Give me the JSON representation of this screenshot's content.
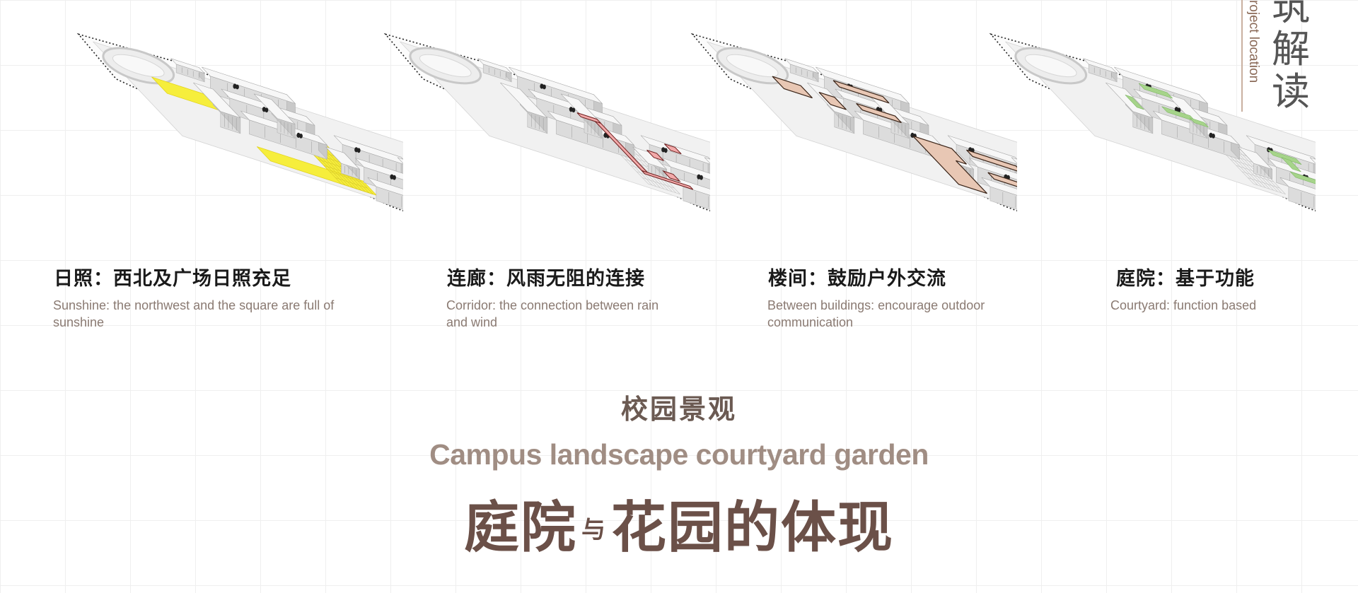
{
  "corner": {
    "title_zh": "筑解读",
    "subtitle_en": "roject location"
  },
  "panels": [
    {
      "title": "日照：西北及广场日照充足",
      "description": "Sunshine: the northwest and the square are full of sunshine",
      "highlight_color": "#f6ee3c",
      "highlight_stroke": "#e2d41e",
      "highlight_type": "sunshine"
    },
    {
      "title": "连廊：风雨无阻的连接",
      "description": "Corridor: the connection between rain and wind",
      "highlight_color": "#f2a9a9",
      "highlight_stroke": "#6e1e1e",
      "highlight_type": "corridor"
    },
    {
      "title": "楼间：鼓励户外交流",
      "description": "Between buildings: encourage outdoor communication",
      "highlight_color": "#e8c7b4",
      "highlight_stroke": "#3a2418",
      "highlight_type": "between"
    },
    {
      "title": "庭院：基于功能",
      "description": "Courtyard: function based",
      "highlight_color": "#a6d48a",
      "highlight_stroke": "#7fb765",
      "highlight_type": "courtyard"
    }
  ],
  "heading": {
    "zh": "校园景观",
    "en": "Campus landscape courtyard garden",
    "main_part1": "庭院",
    "main_mid": "与",
    "main_part2": "花园的体现"
  }
}
